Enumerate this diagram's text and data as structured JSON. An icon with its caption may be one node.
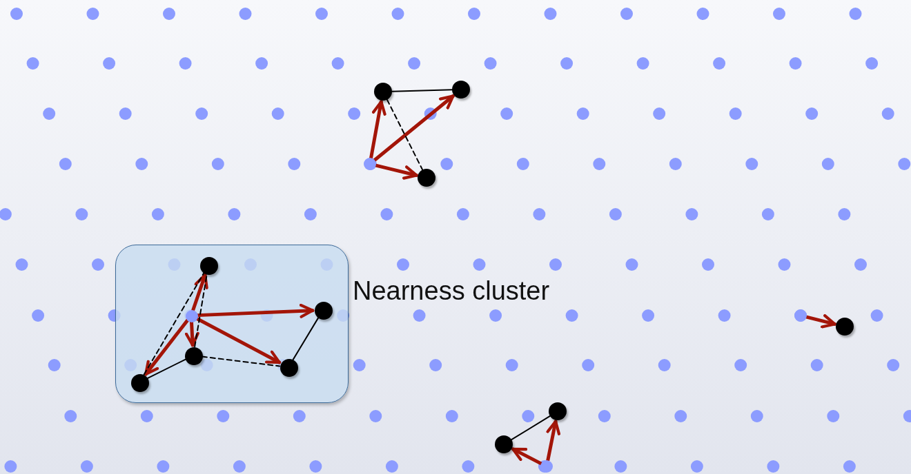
{
  "diagram": {
    "nodes": [
      {
        "text": [],
        "shape": "circle"
      },
      {
        "text": [],
        "shape": "circle"
      },
      {
        "text": [],
        "shape": "circle"
      },
      {
        "text": [],
        "shape": "circle"
      },
      {
        "text": [
          "Nearness cluster"
        ]
      },
      {
        "text": [],
        "shape": "circle",
        "in": 4
      },
      {
        "text": [],
        "shape": "circle",
        "in": 4
      },
      {
        "text": [],
        "shape": "circle",
        "in": 4
      },
      {
        "text": [],
        "shape": "circle",
        "in": 4
      },
      {
        "text": [],
        "shape": "circle",
        "in": 4
      },
      {
        "text": [],
        "shape": "circle",
        "in": 4
      },
      {
        "text": [],
        "shape": "circle"
      },
      {
        "text": [],
        "shape": "circle"
      },
      {
        "text": [],
        "shape": "circle"
      },
      {
        "text": [],
        "shape": "circle"
      },
      {
        "text": [],
        "shape": "circle"
      }
    ],
    "edges": [
      {
        "from": 3,
        "to": 0,
        "arrow": "to"
      },
      {
        "from": 3,
        "to": 1,
        "arrow": "to"
      },
      {
        "from": 3,
        "to": 2,
        "arrow": "to"
      },
      {
        "from": 0,
        "to": 1,
        "arrow": "none",
        "color": "#000000"
      },
      {
        "from": 0,
        "to": 2,
        "arrow": "none",
        "style": "dashed",
        "color": "#000000"
      },
      {
        "from": 5,
        "to": 6,
        "arrow": "to"
      },
      {
        "from": 5,
        "to": 7,
        "arrow": "to"
      },
      {
        "from": 5,
        "to": 8,
        "arrow": "to"
      },
      {
        "from": 5,
        "to": 9,
        "arrow": "to"
      },
      {
        "from": 5,
        "to": 10,
        "arrow": "to"
      },
      {
        "from": 10,
        "to": 6,
        "arrow": "none",
        "style": "dashed",
        "color": "#000000"
      },
      {
        "from": 8,
        "to": 6,
        "arrow": "none",
        "style": "dashed",
        "color": "#000000"
      },
      {
        "from": 8,
        "to": 9,
        "arrow": "none",
        "style": "dashed",
        "color": "#000000"
      },
      {
        "from": 10,
        "to": 8,
        "arrow": "none",
        "color": "#000000"
      },
      {
        "from": 9,
        "to": 7,
        "arrow": "none",
        "color": "#000000"
      },
      {
        "from": 11,
        "to": 12,
        "arrow": "to"
      },
      {
        "from": 15,
        "to": 13,
        "arrow": "to"
      },
      {
        "from": 15,
        "to": 14,
        "arrow": "to"
      },
      {
        "from": 13,
        "to": 14,
        "arrow": "none",
        "color": "#000000"
      }
    ]
  }
}
